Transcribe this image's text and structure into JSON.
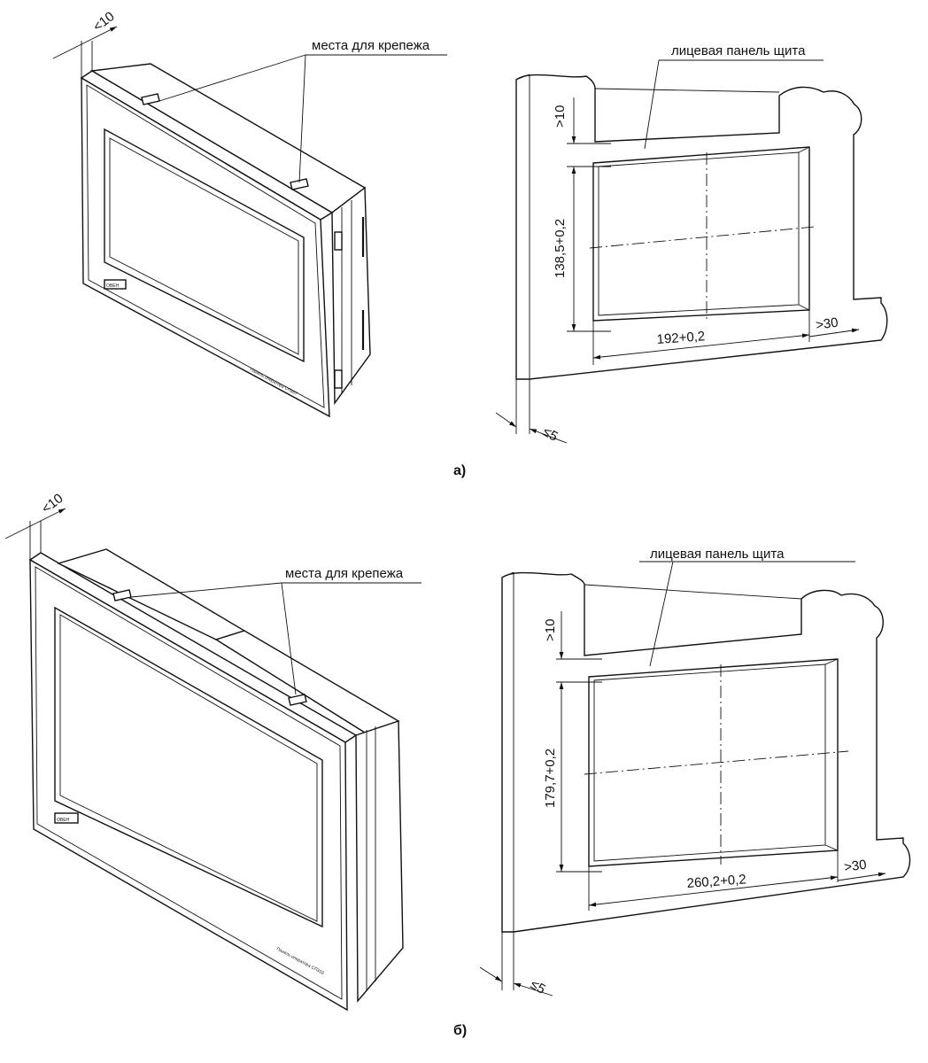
{
  "figure_a": {
    "caption": "а)",
    "device": {
      "mount_label": "места для крепежа",
      "depth_label": "<10",
      "brand": "ОВЕН",
      "model_text": "Панель оператора СП307"
    },
    "cutout": {
      "panel_label": "лицевая панель щита",
      "top_margin": ">10",
      "height": "138,5+0,2",
      "width": "192+0,2",
      "right_margin": ">30",
      "thickness": "≤5"
    }
  },
  "figure_b": {
    "caption": "б)",
    "device": {
      "mount_label": "места для крепежа",
      "depth_label": "<10",
      "brand": "ОВЕН",
      "model_text": "Панель оператора СП310"
    },
    "cutout": {
      "panel_label": "лицевая панель щита",
      "top_margin": ">10",
      "height": "179,7+0,2",
      "width": "260,2+0,2",
      "right_margin": ">30",
      "thickness": "≤5"
    }
  }
}
